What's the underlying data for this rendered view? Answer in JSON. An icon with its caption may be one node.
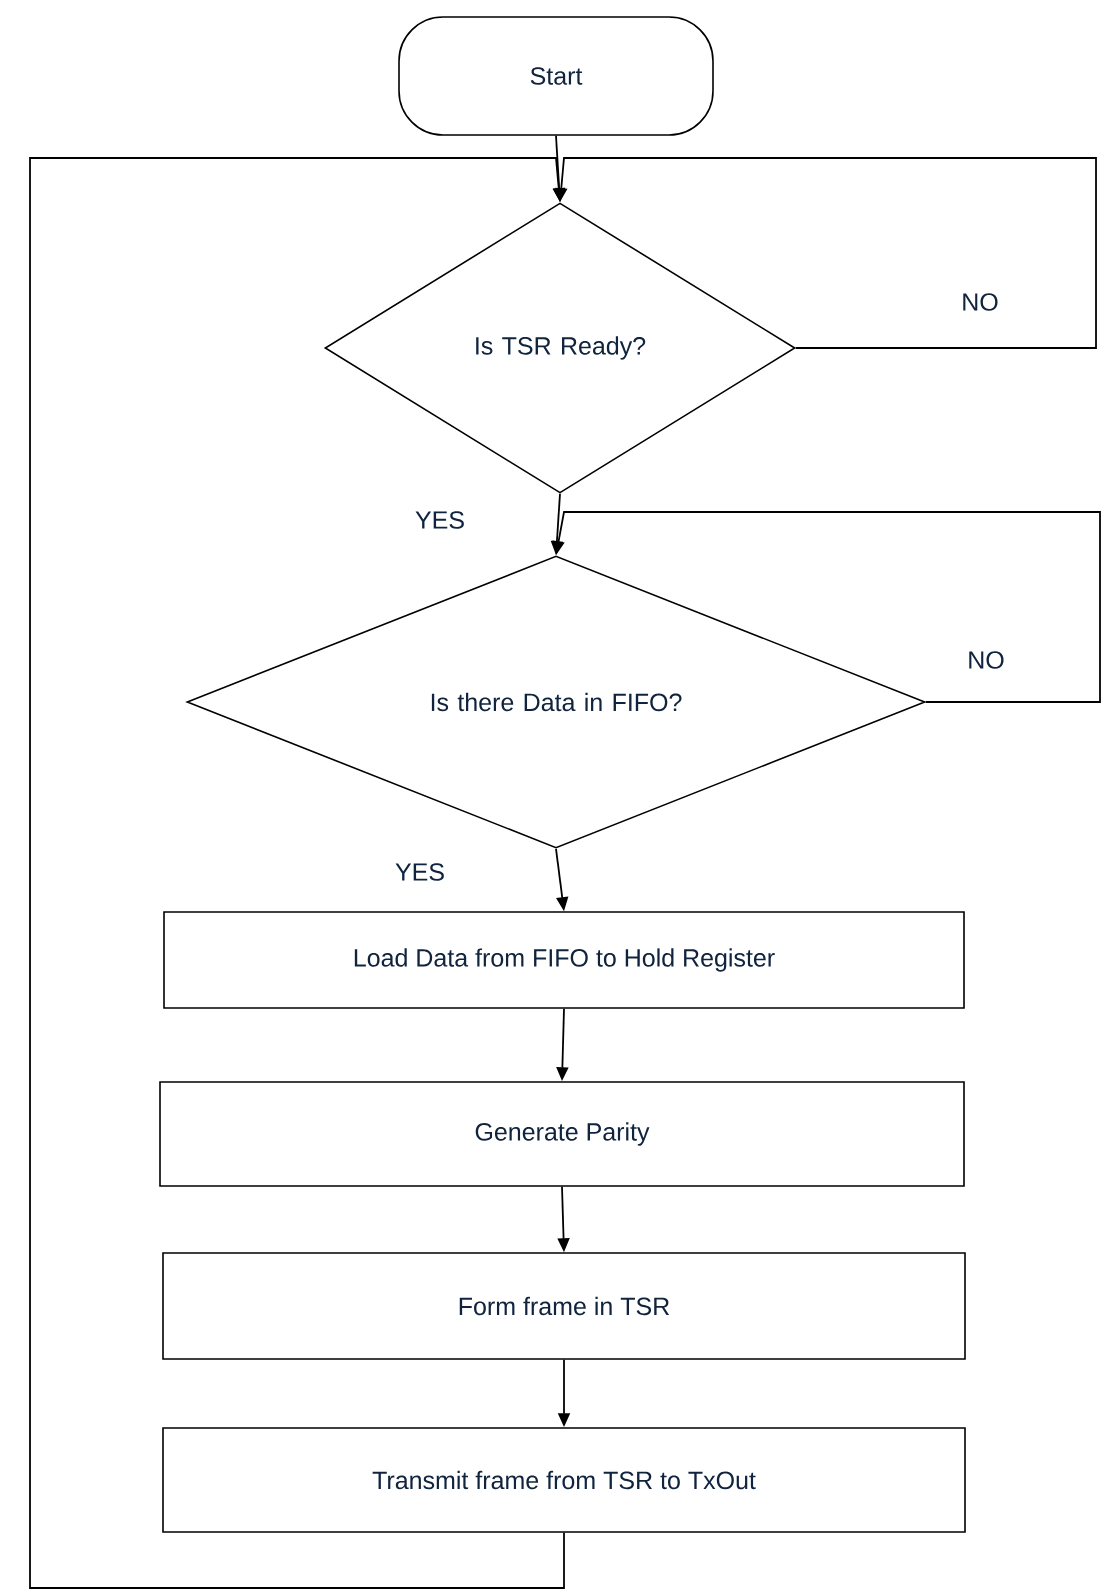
{
  "diagram": {
    "nodes": [
      {
        "text": [
          "Start"
        ]
      },
      {
        "text": [
          "Is TSR Ready?"
        ]
      },
      {
        "text": [
          "Is there Data in FIFO?"
        ]
      },
      {
        "text": [
          "Load Data from FIFO to Hold Register"
        ]
      },
      {
        "text": [
          "Generate Parity"
        ]
      },
      {
        "text": [
          "Form frame in TSR"
        ]
      },
      {
        "text": [
          "Transmit frame from TSR to TxOut"
        ]
      }
    ],
    "edges": [
      {
        "from": 0,
        "to": 1,
        "arrow": "to"
      },
      {
        "from": 1,
        "to": 1,
        "arrow": "to",
        "label": "NO"
      },
      {
        "from": 1,
        "to": 2,
        "arrow": "to",
        "label": "YES"
      },
      {
        "from": 2,
        "to": 2,
        "arrow": "to",
        "label": "NO"
      },
      {
        "from": 2,
        "to": 3,
        "arrow": "to",
        "label": "YES"
      },
      {
        "from": 3,
        "to": 4,
        "arrow": "to"
      },
      {
        "from": 4,
        "to": 5,
        "arrow": "to"
      },
      {
        "from": 5,
        "to": 6,
        "arrow": "to"
      },
      {
        "from": 6,
        "to": 1,
        "arrow": "to"
      }
    ]
  }
}
